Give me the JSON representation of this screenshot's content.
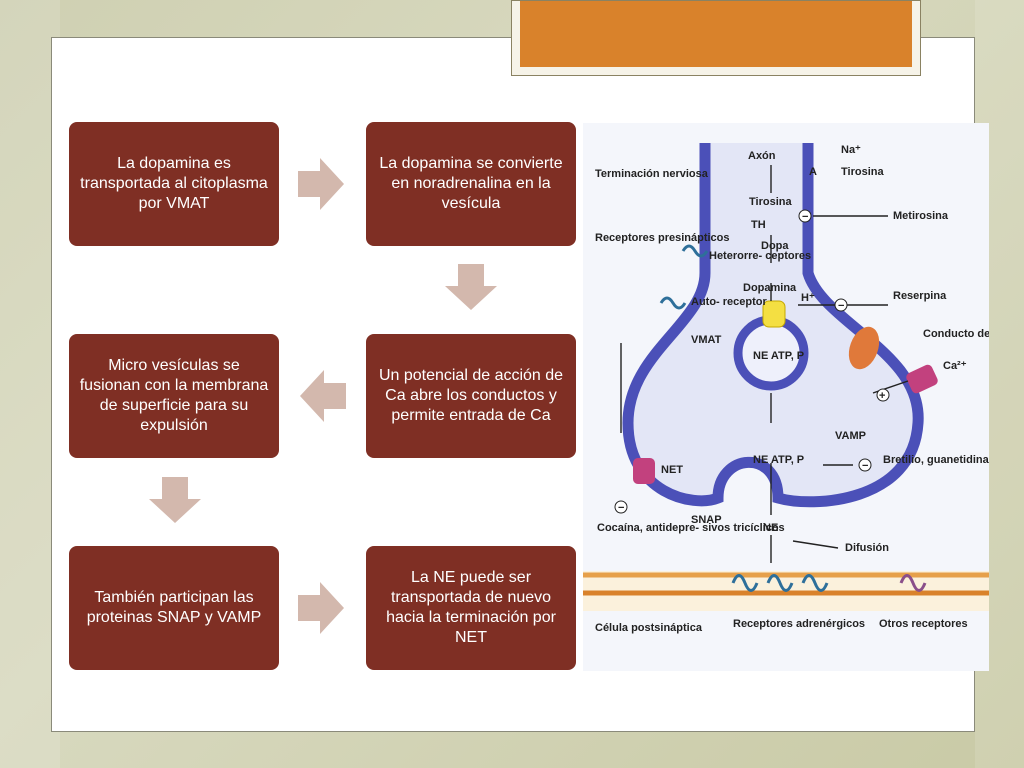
{
  "steps": [
    {
      "text": "La dopamina es transportada al citoplasma por VMAT"
    },
    {
      "text": "La dopamina se convierte en noradrenalina en la vesícula"
    },
    {
      "text": "Micro vesículas se fusionan con la membrana de superficie para su expulsión"
    },
    {
      "text": "Un potencial de acción de Ca abre los conductos y permite entrada de Ca"
    },
    {
      "text": "También participan las proteinas SNAP y VAMP"
    },
    {
      "text": "La NE puede ser transportada de nuevo hacia la terminación por NET"
    }
  ],
  "diagram": {
    "labels": {
      "terminal": "Terminación nerviosa",
      "axon": "Axón",
      "na": "Na⁺",
      "a": "A",
      "tyrosine1": "Tirosina",
      "tyrosine2": "Tirosina",
      "metirosine": "Metirosina",
      "th": "TH",
      "dopa": "Dopa",
      "presyn": "Receptores presinápticos",
      "heteroreceptors": "Heterorre- ceptores",
      "dopamine": "Dopamina",
      "h": "H⁺",
      "reserpine": "Reserpina",
      "autoreceptor": "Auto- receptor",
      "vmat": "VMAT",
      "ne_atp_1": "NE ATP, P",
      "calcium_channel": "Conducto de calcio",
      "ca": "Ca²⁺",
      "vamp": "VAMP",
      "ne_atp_2": "NE ATP, P",
      "net": "NET",
      "bretylium": "Bretilio, guanetidina",
      "snap": "SNAP",
      "ne": "NE",
      "cocaine": "Cocaína, antidepre- sivos tricíclicos",
      "diffusion": "Difusión",
      "postsyn": "Célula postsináptica",
      "adrenergic": "Receptores adrenérgicos",
      "other_receptors": "Otros receptores",
      "minus": "−",
      "plus": "+"
    },
    "colors": {
      "membrane": "#4b50b8",
      "accent": "#d9822b",
      "step_fill": "#7f2f24",
      "arrow": "#d3b8ad",
      "postsyn": "#e6a04a"
    }
  }
}
